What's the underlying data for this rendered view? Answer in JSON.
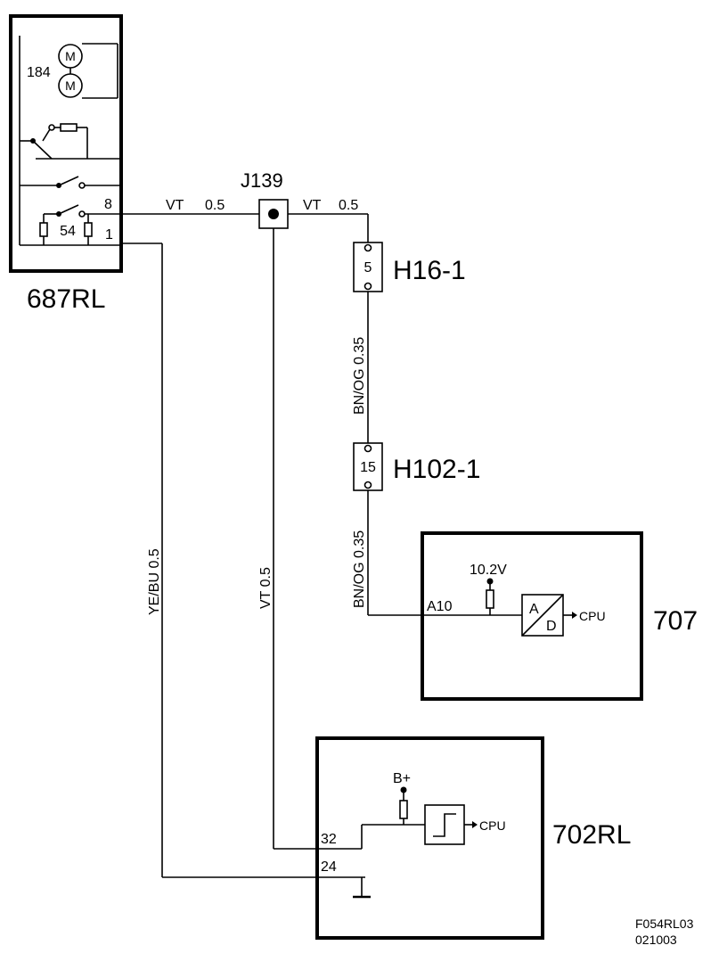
{
  "components": {
    "c687": {
      "name": "687RL",
      "motor_num": "184",
      "motor_letter": "M",
      "pin_a": "8",
      "pin_b": "1",
      "resistor_num": "54"
    },
    "j139": {
      "name": "J139"
    },
    "h16": {
      "name": "H16-1",
      "pin": "5"
    },
    "h102": {
      "name": "H102-1",
      "pin": "15"
    },
    "c707": {
      "name": "707",
      "pin": "A10",
      "voltage": "10.2V",
      "ad_a": "A",
      "ad_d": "D",
      "cpu": "CPU"
    },
    "c702": {
      "name": "702RL",
      "pin_a": "32",
      "pin_b": "24",
      "supply": "B+",
      "cpu": "CPU"
    }
  },
  "wires": {
    "w1": {
      "color": "VT",
      "size": "0.5"
    },
    "w2": {
      "color": "VT",
      "size": "0.5"
    },
    "w3": {
      "label": "BN/OG 0.35"
    },
    "w4": {
      "label": "BN/OG 0.35"
    },
    "w5": {
      "label": "YE/BU  0.5"
    },
    "w6": {
      "label": "VT   0.5"
    }
  },
  "footer": {
    "code": "F054RL03",
    "date": "021003"
  }
}
